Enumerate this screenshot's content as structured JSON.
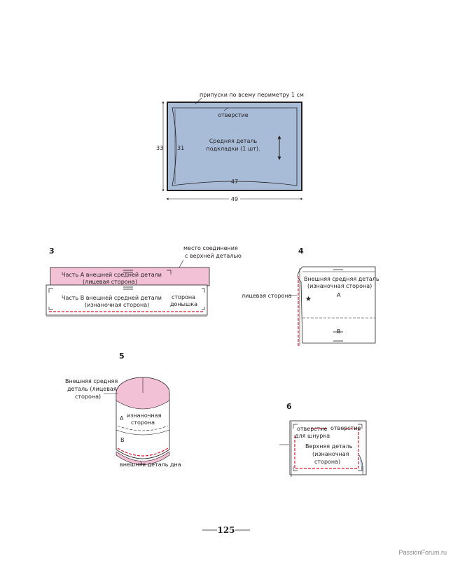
{
  "fig1": {
    "allowance_label": "припуски по всему периметру 1 см",
    "opening_label": "отверстие",
    "piece_label_1": "Средняя деталь",
    "piece_label_2": "подкладки (1 шт).",
    "dim_outer_height": "33",
    "dim_inner_height": "31",
    "dim_inner_width": "47",
    "dim_outer_width": "49"
  },
  "fig3": {
    "step": "3",
    "join_label_1": "место соединения",
    "join_label_2": "с верхней деталью",
    "partA_1": "Часть А внешней средней детали",
    "partA_2": "(лицевая сторона)",
    "partB_1": "Часть В внешней средней детали",
    "partB_2": "(изнаночная сторона)",
    "bottom_side_1": "сторона",
    "bottom_side_2": "донышка"
  },
  "fig4": {
    "step": "4",
    "face_label": "лицевая сторона",
    "piece_1": "Внешняя средняя деталь",
    "piece_2": "(изнаночная сторона)",
    "mark_a": "А",
    "mark_b": "В"
  },
  "fig5": {
    "step": "5",
    "outer_1": "Внешняя средняя",
    "outer_2": "деталь (лицевая",
    "outer_3": "сторона)",
    "mark_a": "А",
    "wrong_1": "изнаночная",
    "wrong_2": "сторона",
    "mark_b": "В",
    "bottom_label": "внешняя деталь дна"
  },
  "fig6": {
    "step": "6",
    "cord_1": "отверстие",
    "cord_2": "для шнурка",
    "opening": "отверстие",
    "top_1": "Верхняя деталь",
    "top_2": "(изнаночная",
    "top_3": "сторона)"
  },
  "footer": {
    "page_number": "125",
    "watermark": "PassionForum.ru"
  },
  "colors": {
    "fabric_blue": "#a9bcd7",
    "fabric_pink": "#f3c1d6",
    "seam_red": "#d7192c",
    "outline": "#231f20"
  }
}
